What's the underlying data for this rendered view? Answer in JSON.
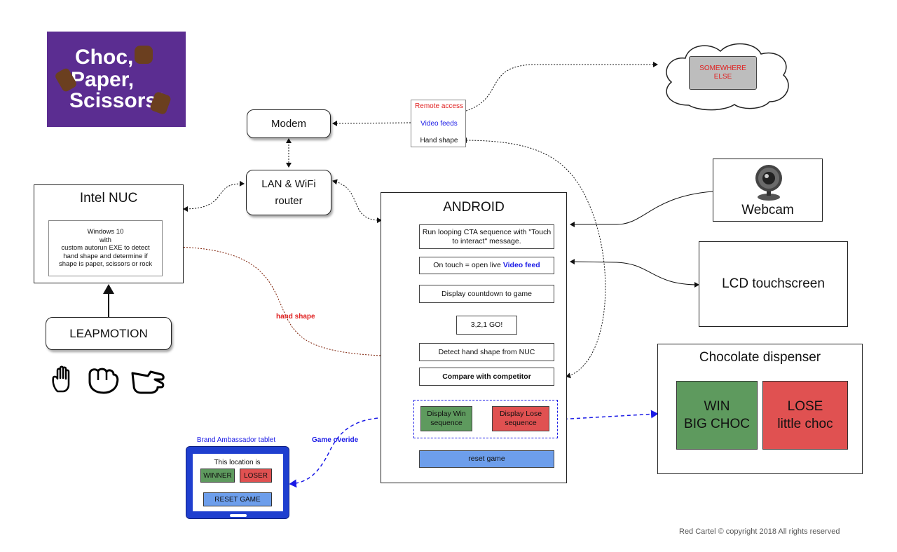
{
  "logo": {
    "line1": "Choc,",
    "line2": "Paper,",
    "line3": "Scissors!",
    "background": "#5b2d91"
  },
  "modem": {
    "label": "Modem"
  },
  "router": {
    "line1": "LAN & WiFi",
    "line2": "router"
  },
  "remote": {
    "remote_access": "Remote access",
    "video_feeds": "Video feeds",
    "hand_shape": "Hand shape"
  },
  "cloud": {
    "line1": "SOMEWHERE",
    "line2": "ELSE"
  },
  "nuc": {
    "title": "Intel NUC",
    "desc_line1": "Windows 10",
    "desc_line2": "with",
    "desc_line3": "custom autorun EXE to detect",
    "desc_line4": "hand shape and determine if",
    "desc_line5": "shape is paper, scissors or rock"
  },
  "leapmotion": {
    "label": "LEAPMOTION"
  },
  "hand_shape_label": "hand shape",
  "webcam": {
    "label": "Webcam"
  },
  "lcd": {
    "label": "LCD touchscreen"
  },
  "android": {
    "title": "ANDROID",
    "step1_line1": "Run looping CTA sequence with \"Touch",
    "step1_line2": "to interact\" message.",
    "step2_prefix": "On touch = open live ",
    "step2_highlight": "Video feed",
    "step3": "Display countdown to game",
    "step4": "3,2,1 GO!",
    "step5": "Detect hand shape from NUC",
    "step6": "Compare with competitor",
    "win_line1": "Display Win",
    "win_line2": "sequence",
    "lose_line1": "Display Lose",
    "lose_line2": "sequence",
    "reset": "reset game"
  },
  "dispenser": {
    "title": "Chocolate dispenser",
    "win_line1": "WIN",
    "win_line2": "BIG CHOC",
    "lose_line1": "LOSE",
    "lose_line2": "little choc"
  },
  "tablet": {
    "title": "Brand Ambassador tablet",
    "location": "This location is",
    "winner": "WINNER",
    "loser": "LOSER",
    "reset": "RESET GAME"
  },
  "game_override_label": "Game overide",
  "copyright": "Red Cartel © copyright 2018  All rights reserved",
  "colors": {
    "win_green": "#5e9a5e",
    "lose_red": "#e05151",
    "reset_blue": "#6d9eeb",
    "dash_blue": "#1a1ae6",
    "hand_red": "#e02020",
    "video_blue": "#1a1ae6"
  }
}
